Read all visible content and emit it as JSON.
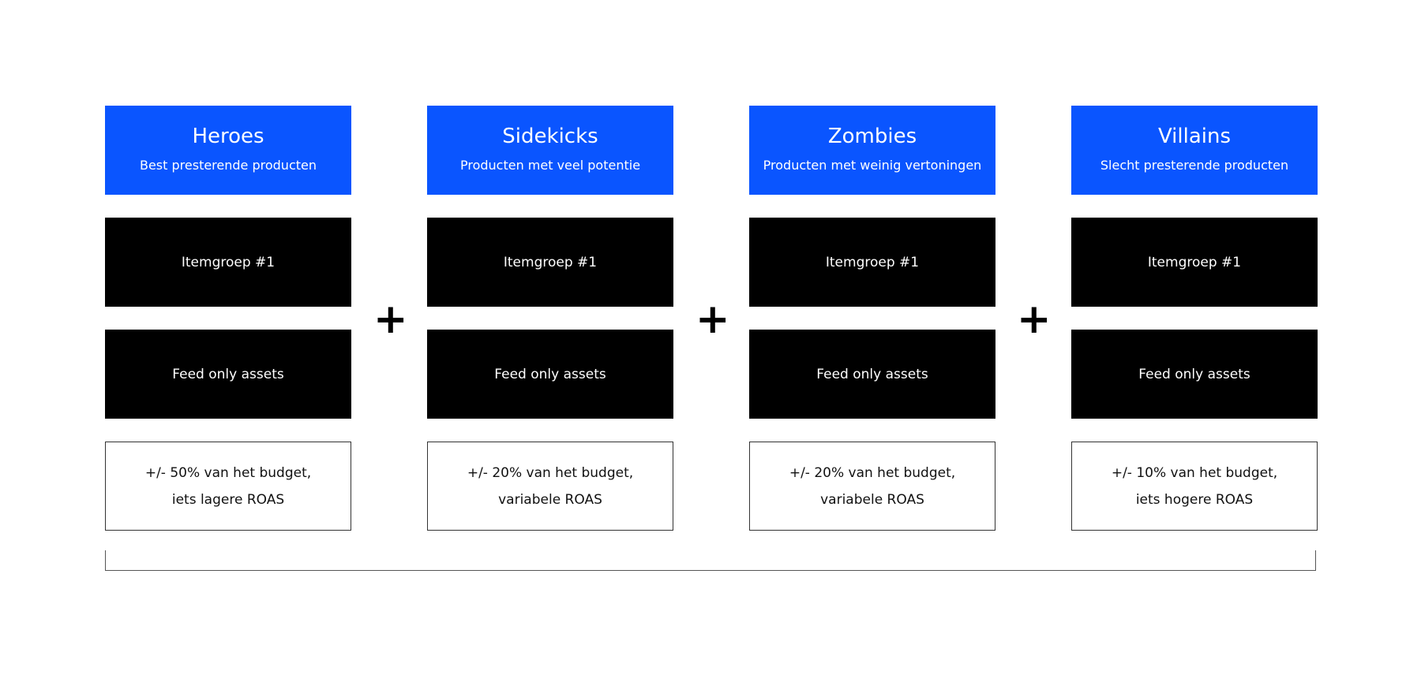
{
  "columns": [
    {
      "title": "Heroes",
      "subtitle": "Best presterende producten",
      "itemgroup": "Itemgroep #1",
      "assets": "Feed only assets",
      "budget_line1": "+/- 50% van het budget,",
      "budget_line2": "iets lagere ROAS"
    },
    {
      "title": "Sidekicks",
      "subtitle": "Producten met veel potentie",
      "itemgroup": "Itemgroep #1",
      "assets": "Feed only assets",
      "budget_line1": "+/- 20% van het budget,",
      "budget_line2": "variabele ROAS"
    },
    {
      "title": "Zombies",
      "subtitle": "Producten met weinig vertoningen",
      "itemgroup": "Itemgroep #1",
      "assets": "Feed only assets",
      "budget_line1": "+/- 20% van het budget,",
      "budget_line2": "variabele ROAS"
    },
    {
      "title": "Villains",
      "subtitle": "Slecht presterende producten",
      "itemgroup": "Itemgroep #1",
      "assets": "Feed only assets",
      "budget_line1": "+/- 10% van het budget,",
      "budget_line2": "iets hogere ROAS"
    }
  ],
  "plus_symbol": "+",
  "colors": {
    "header_blue": "#0a55ff",
    "block_black": "#000000",
    "background": "#ffffff"
  }
}
